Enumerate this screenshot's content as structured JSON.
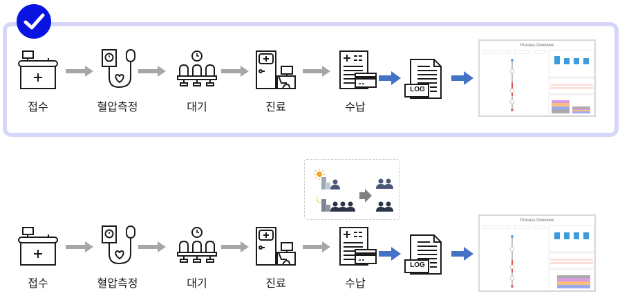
{
  "colors": {
    "frame_border": "#d6d6fb",
    "check_fill": "#0a14e0",
    "gray_arrow": "#a6a6a6",
    "blue_arrow": "#4472c4",
    "icon_stroke": "#1a1a1a"
  },
  "rows": [
    {
      "selected": true,
      "steps": [
        {
          "icon": "reception-desk-icon",
          "label": "접수"
        },
        {
          "icon": "blood-pressure-monitor-icon",
          "label": "혈압측정"
        },
        {
          "icon": "waiting-chairs-icon",
          "label": "대기"
        },
        {
          "icon": "doctor-office-icon",
          "label": "진료"
        },
        {
          "icon": "payment-receipt-icon",
          "label": "수납"
        }
      ],
      "log_icon": {
        "icon": "log-document-icon",
        "text": "LOG"
      },
      "dashboard": {
        "title": "Process Overview"
      }
    },
    {
      "selected": false,
      "steps": [
        {
          "icon": "reception-desk-icon",
          "label": "접수"
        },
        {
          "icon": "blood-pressure-monitor-icon",
          "label": "혈압측정"
        },
        {
          "icon": "waiting-chairs-icon",
          "label": "대기"
        },
        {
          "icon": "doctor-office-icon",
          "label": "진료"
        },
        {
          "icon": "payment-receipt-icon",
          "label": "수납"
        }
      ],
      "log_icon": {
        "icon": "log-document-icon",
        "text": "LOG"
      },
      "dashboard": {
        "title": "Process Overview"
      }
    }
  ],
  "inset": {
    "day_icon": "sun-icon",
    "night_icon": "moon-icon",
    "transition_icon": "arrow-right-icon"
  }
}
